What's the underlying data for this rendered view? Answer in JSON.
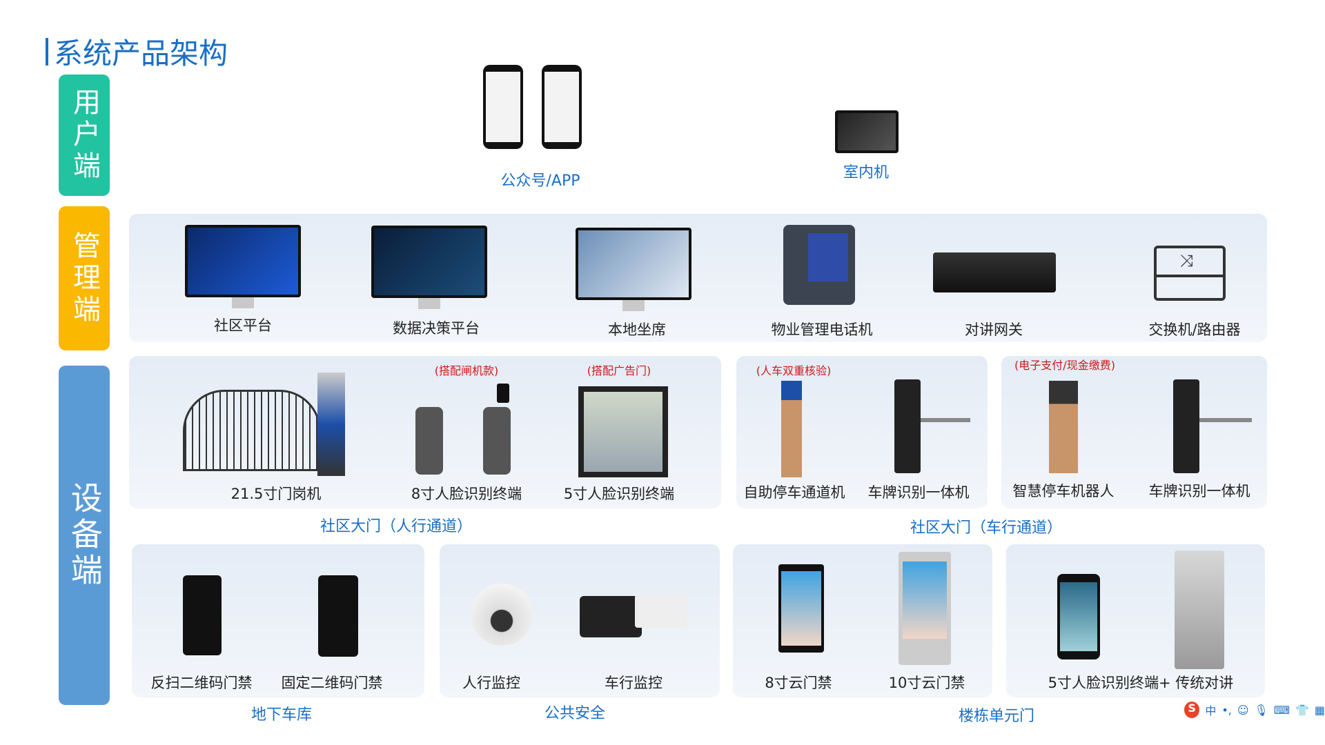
{
  "title": "系统产品架构",
  "tiers": {
    "user": "用户端",
    "management": "管理端",
    "device": "设备端"
  },
  "colors": {
    "user": "#22c3a0",
    "management": "#fbb800",
    "device": "#5b9bd5",
    "title": "#1a6fc4",
    "note": "#d01818"
  },
  "user_items": [
    {
      "label": "公众号/APP",
      "icon": "smartphone-icon"
    },
    {
      "label": "室内机",
      "icon": "indoor-monitor-icon"
    }
  ],
  "management_items": [
    {
      "label": "社区平台",
      "icon": "monitor-icon"
    },
    {
      "label": "数据决策平台",
      "icon": "monitor-icon"
    },
    {
      "label": "本地坐席",
      "icon": "monitor-icon"
    },
    {
      "label": "物业管理电话机",
      "icon": "desk-phone-icon"
    },
    {
      "label": "对讲网关",
      "icon": "gateway-icon"
    },
    {
      "label": "交换机/路由器",
      "icon": "switch-icon"
    }
  ],
  "device_row1": [
    {
      "label": "21.5寸门岗机",
      "note": ""
    },
    {
      "label": "8寸人脸识别终端",
      "note": "(搭配闸机款)"
    },
    {
      "label": "5寸人脸识别终端",
      "note": "(搭配广告门)"
    },
    {
      "label": "自助停车通道机",
      "note": "(人车双重核验)"
    },
    {
      "label": "车牌识别一体机",
      "note": ""
    },
    {
      "label": "智慧停车机器人",
      "note": "(电子支付/现金缴费)"
    },
    {
      "label": "车牌识别一体机",
      "note": ""
    }
  ],
  "device_row2": [
    {
      "label": "反扫二维码门禁"
    },
    {
      "label": "固定二维码门禁"
    },
    {
      "label": "人行监控"
    },
    {
      "label": "车行监控"
    },
    {
      "label": "8寸云门禁"
    },
    {
      "label": "10寸云门禁"
    },
    {
      "label": "5寸人脸识别终端+ 传统对讲"
    }
  ],
  "groups": {
    "pedestrian": "社区大门（人行通道）",
    "vehicle": "社区大门（车行通道）",
    "garage": "地下车库",
    "security": "公共安全",
    "unit": "楼栋单元门"
  },
  "ime_bar": {
    "logo": "S",
    "lang": "中"
  }
}
